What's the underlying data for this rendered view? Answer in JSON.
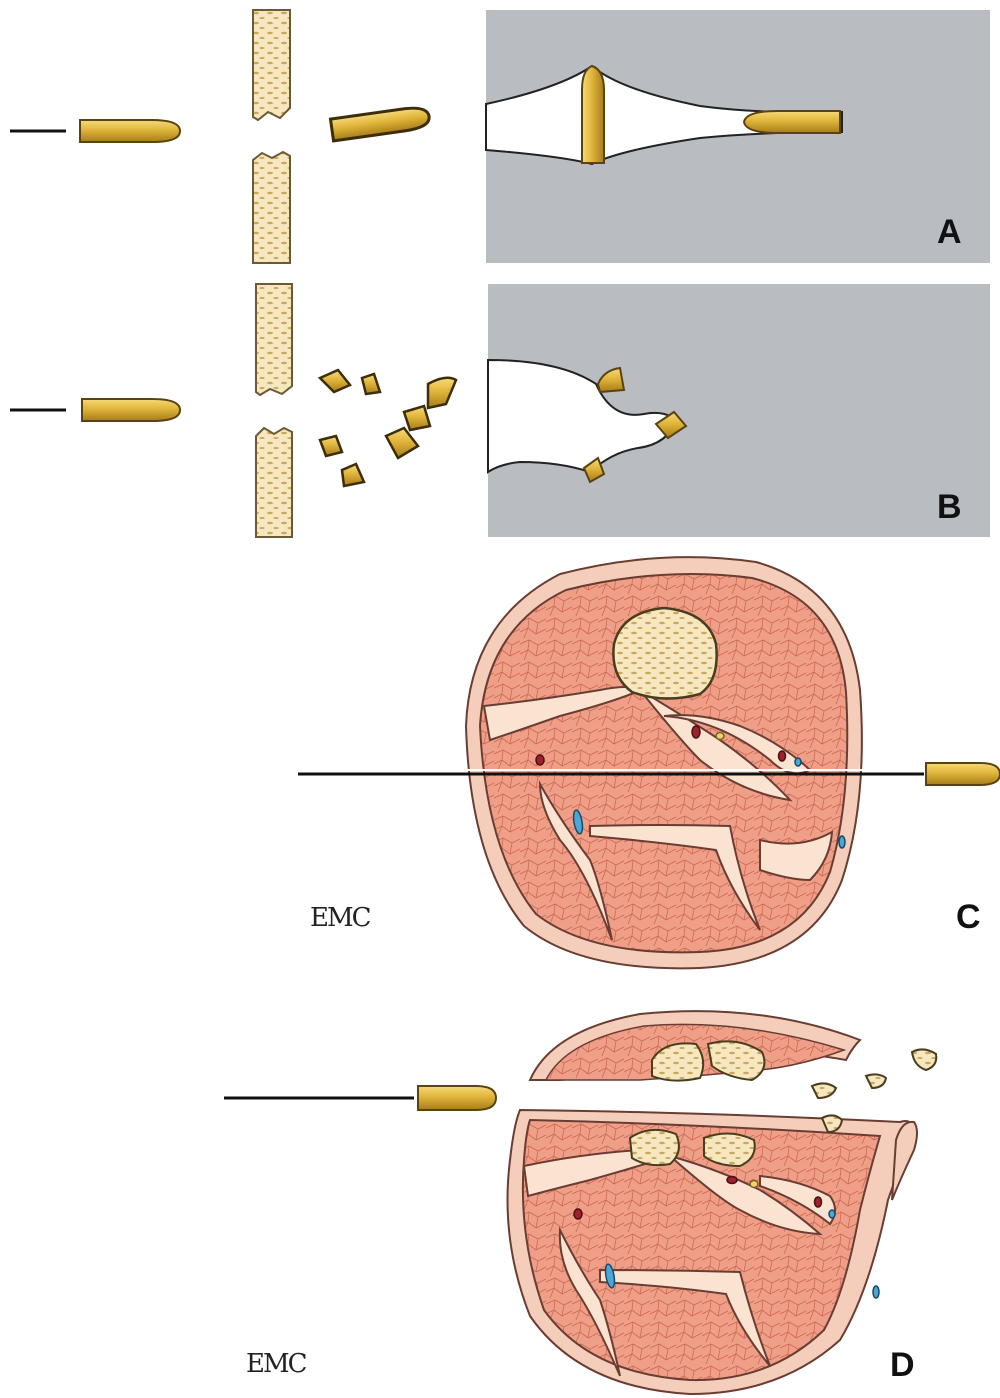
{
  "panels": [
    {
      "id": "A",
      "label": "A"
    },
    {
      "id": "B",
      "label": "B"
    },
    {
      "id": "C",
      "label": "C",
      "watermark": "EMC"
    },
    {
      "id": "D",
      "label": "D",
      "watermark": "EMC"
    }
  ],
  "colors": {
    "bullet": "#e0b53a",
    "bullet_outline": "#5a4310",
    "bone": "#f6e7c0",
    "bone_spots": "#c9a85a",
    "tissue_gray": "#b9bcc0",
    "muscle": "#ef9f87",
    "muscle_lines": "#c8614c",
    "fascia": "#fbe3d2",
    "skin": "#f5cdbb",
    "vein": "#4aa7d6",
    "artery": "#a0202e",
    "nerve": "#f0d070"
  },
  "icons": {
    "bullet": "bullet-icon",
    "bone_fragment": "bone-fragment-icon"
  }
}
